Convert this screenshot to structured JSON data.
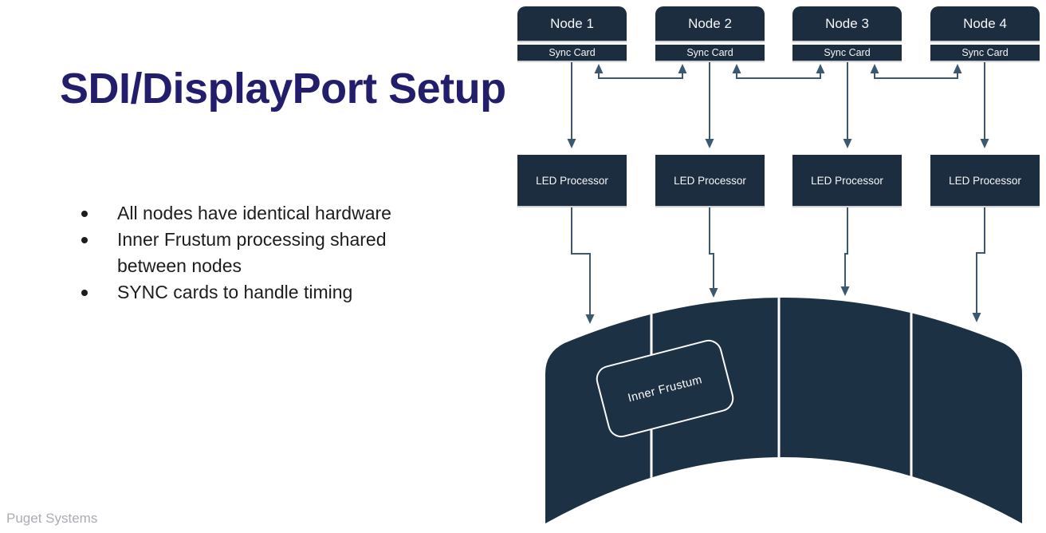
{
  "slide": {
    "title": "SDI/DisplayPort Setup",
    "bullets": [
      "All nodes have identical hardware",
      "Inner Frustum processing shared between nodes",
      "SYNC cards to handle timing"
    ],
    "footer": "Puget Systems"
  },
  "diagram": {
    "nodes": [
      {
        "node_label": "Node 1",
        "sync_label": "Sync Card",
        "led_label": "LED Processor"
      },
      {
        "node_label": "Node 2",
        "sync_label": "Sync Card",
        "led_label": "LED Processor"
      },
      {
        "node_label": "Node 3",
        "sync_label": "Sync Card",
        "led_label": "LED Processor"
      },
      {
        "node_label": "Node 4",
        "sync_label": "Sync Card",
        "led_label": "LED Processor"
      }
    ],
    "wall": {
      "inner_frustum_label": "Inner Frustum",
      "panel_count": 4
    }
  },
  "theme": {
    "box_color": "#1b2d3f",
    "wall_color": "#1c3244",
    "arrow_color": "#3a5870",
    "title_color": "#231e6b",
    "footer_color": "#abacb4"
  }
}
